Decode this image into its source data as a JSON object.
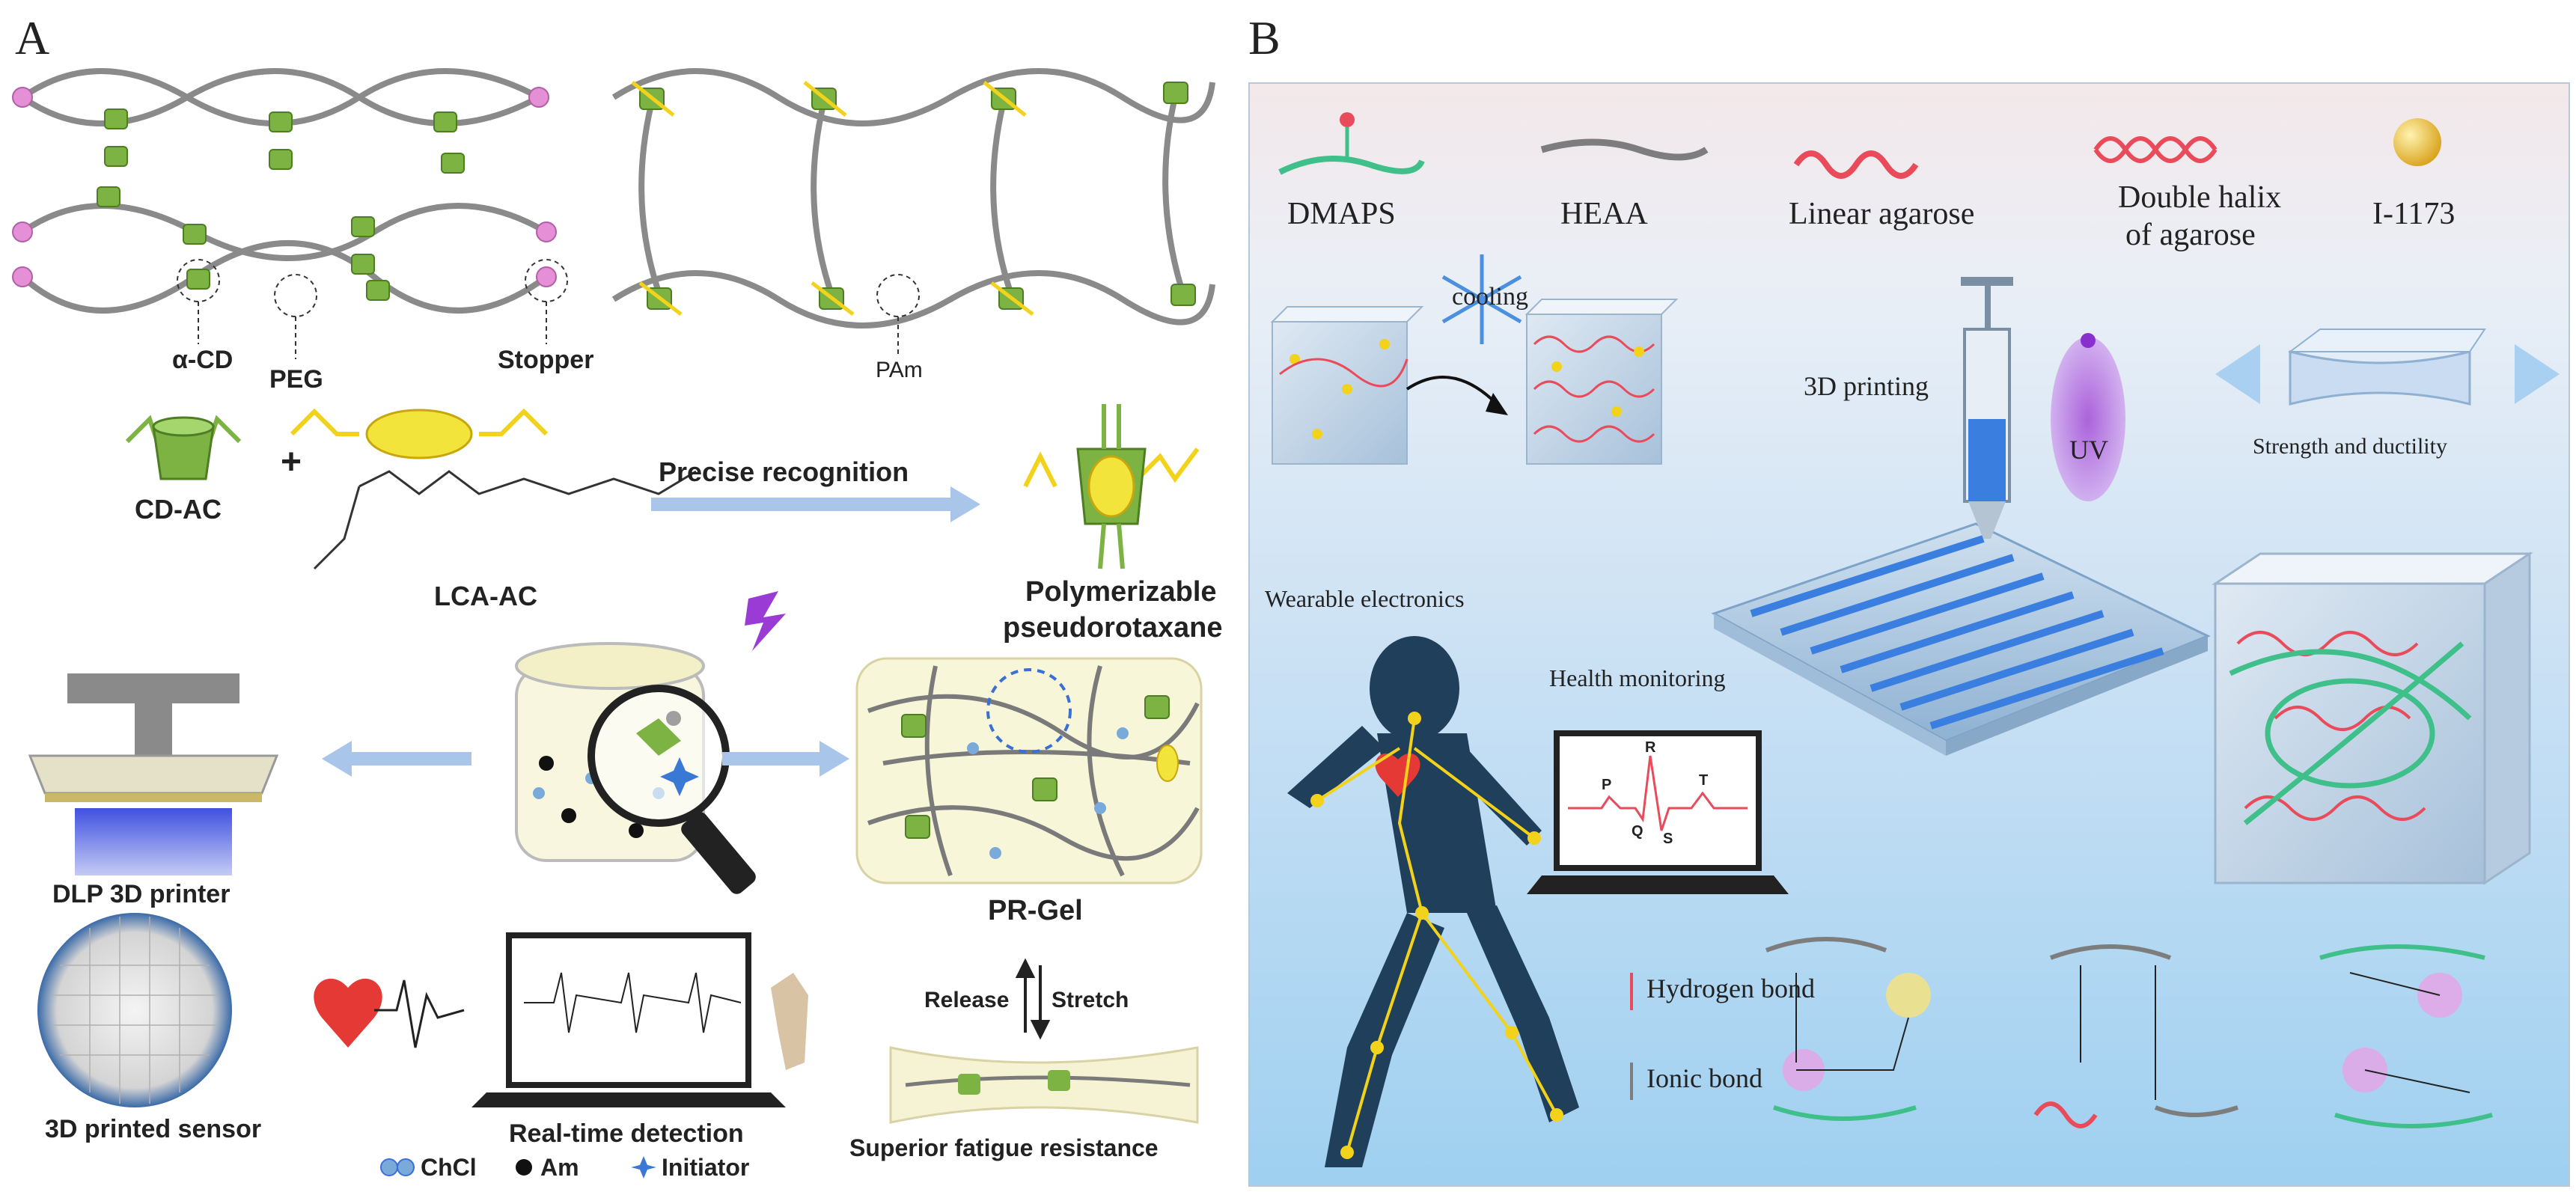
{
  "panels": {
    "a": {
      "letter": "A"
    },
    "b": {
      "letter": "B"
    }
  },
  "panel_a": {
    "labels": {
      "alpha_cd": "α-CD",
      "peg": "PEG",
      "stopper": "Stopper",
      "pam": "PAm",
      "cd_ac": "CD-AC",
      "plus": "+",
      "lca_ac": "LCA-AC",
      "precise_recognition": "Precise recognition",
      "polymerizable_1": "Polymerizable",
      "polymerizable_2": "pseudorotaxane",
      "dlp_printer": "DLP 3D printer",
      "pr_gel": "PR-Gel",
      "release": "Release",
      "stretch": "Stretch",
      "printed_sensor": "3D printed sensor",
      "realtime": "Real-time detection",
      "fatigue": "Superior fatigue resistance"
    },
    "legend": {
      "chcl": "ChCl",
      "am": "Am",
      "initiator": "Initiator"
    }
  },
  "panel_b": {
    "components": {
      "dmaps": "DMAPS",
      "heaa": "HEAA",
      "linear_agarose": "Linear agarose",
      "double_helix_1": "Double halix",
      "double_helix_2": "of agarose",
      "initiator": "I-1173"
    },
    "labels": {
      "cooling": "cooling",
      "printing": "3D printing",
      "uv": "UV",
      "strength": "Strength and ductility",
      "wearable": "Wearable electronics",
      "health": "Health monitoring",
      "ecg_p": "P",
      "ecg_r": "R",
      "ecg_t": "T",
      "ecg_q": "Q",
      "ecg_s": "S"
    },
    "bond_legend": {
      "hydrogen": "Hydrogen bond",
      "ionic": "Ionic bond"
    }
  },
  "colors": {
    "cd_green": "#7cb342",
    "chain_gray": "#8a8a8a",
    "stopper_pink": "#e58fd6",
    "lca_yellow": "#f2d21b",
    "agarose_red": "#e94b5a",
    "dmaps_green": "#3fbf8a",
    "heart_red": "#e53935",
    "arrow_blue": "#a9c6ea",
    "uv_purple": "#a24bd6"
  }
}
